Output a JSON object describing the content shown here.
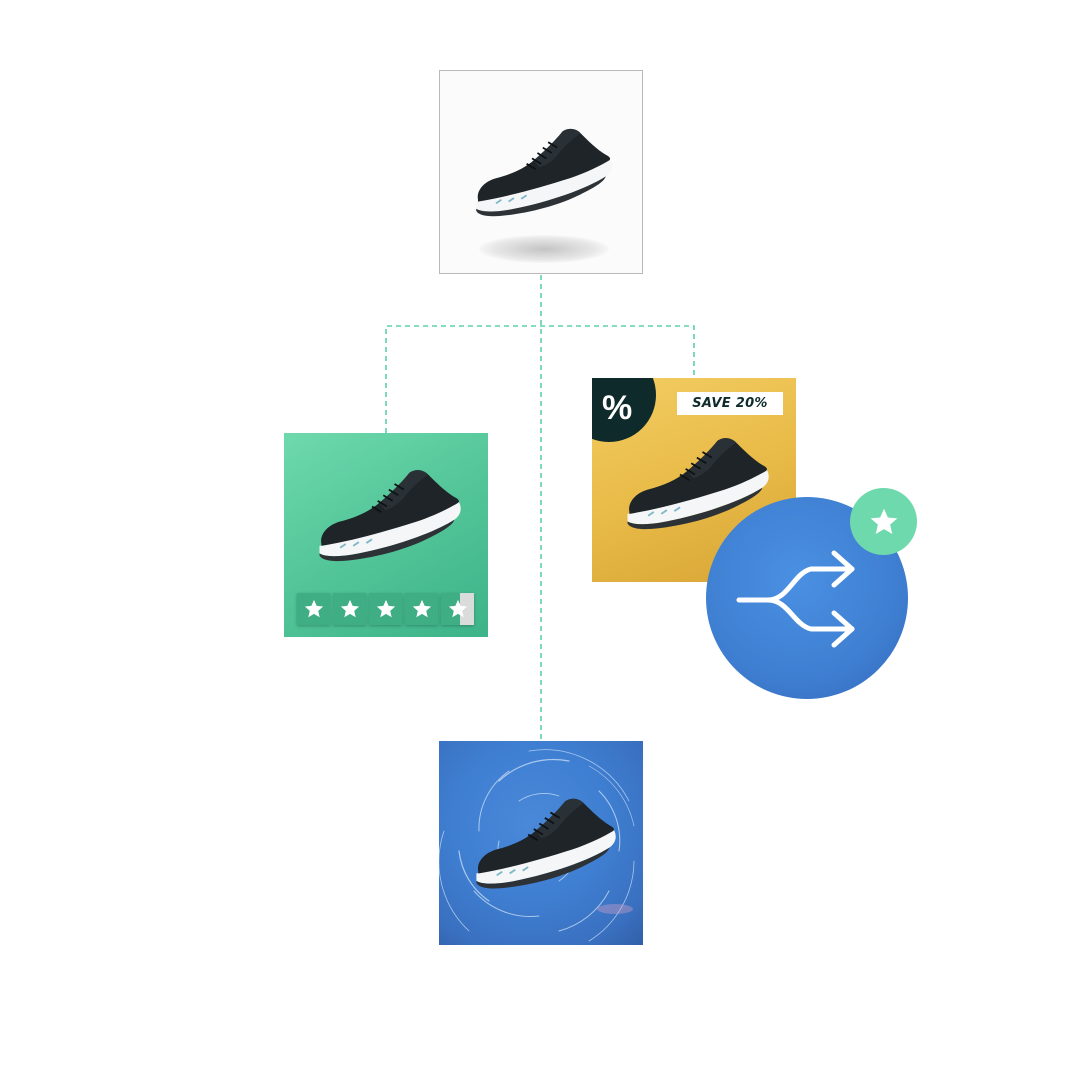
{
  "variants": {
    "original": {
      "label": ""
    },
    "reviews": {
      "rating": 4.5,
      "max_rating": 5
    },
    "discount": {
      "badge_symbol": "%",
      "tag_text": "SAVE 20%"
    },
    "motion": {
      "label": ""
    }
  },
  "icons": {
    "split": "split-arrows-icon",
    "badge": "star-icon",
    "percent": "percent-icon"
  },
  "colors": {
    "connector": "#5fd0ab",
    "reviews_bg": "#55c79a",
    "discount_bg": "#e9bb48",
    "motion_bg": "#3f7fd2",
    "badge_dark": "#0f2a2b",
    "split_circle": "#3f7fd2",
    "star_badge": "#6ed9ad"
  }
}
